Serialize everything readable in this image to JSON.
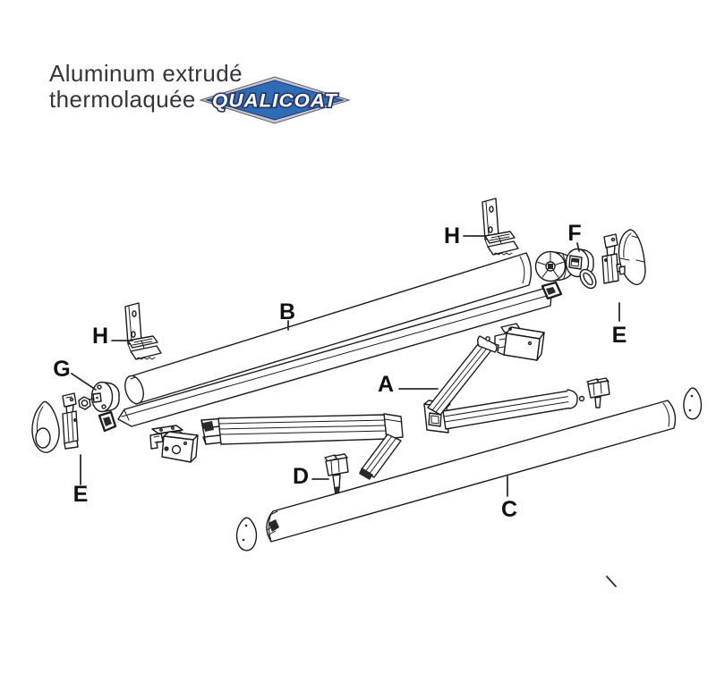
{
  "header": {
    "title_line1": "Aluminum extrudé",
    "title_line2": "thermolaquée"
  },
  "logo": {
    "text": "QUALICOAT",
    "blue": "#2e6db5",
    "border_silver": "#c6c9cf",
    "outline_navy": "#27346f"
  },
  "colors": {
    "ink": "#1b1b1b",
    "header_text": "#35353f",
    "background": "#ffffff"
  },
  "diagram": {
    "labels": [
      {
        "key": "a",
        "text": "A"
      },
      {
        "key": "b",
        "text": "B"
      },
      {
        "key": "c",
        "text": "C"
      },
      {
        "key": "d",
        "text": "D"
      },
      {
        "key": "e_left",
        "text": "E"
      },
      {
        "key": "e_right",
        "text": "E"
      },
      {
        "key": "f",
        "text": "F"
      },
      {
        "key": "g",
        "text": "G"
      },
      {
        "key": "h_left",
        "text": "H"
      },
      {
        "key": "h_right",
        "text": "H"
      }
    ]
  }
}
